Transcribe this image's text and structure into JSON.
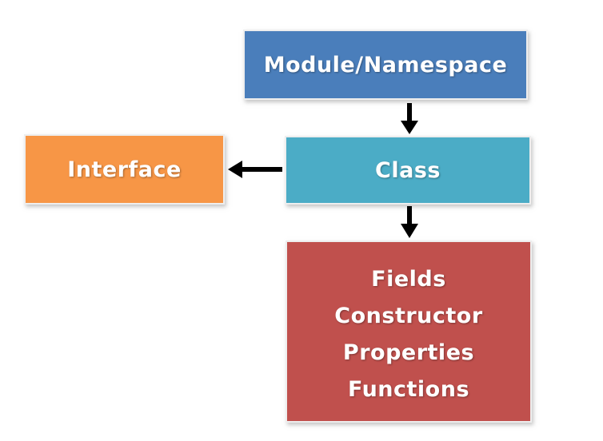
{
  "diagram": {
    "type": "flowchart",
    "background": "#ffffff",
    "arrow_color": "#000000",
    "nodes": {
      "module": {
        "label": "Module/Namespace",
        "fill": "#4a7ebb",
        "text_color": "#ffffff"
      },
      "class": {
        "label": "Class",
        "fill": "#4bacc6",
        "text_color": "#ffffff"
      },
      "interface": {
        "label": "Interface",
        "fill": "#f79646",
        "text_color": "#ffffff"
      },
      "class_members": {
        "lines": [
          "Fields",
          "Constructor",
          "Properties",
          "Functions"
        ],
        "fill": "#c0504d",
        "text_color": "#ffffff"
      }
    },
    "edges": [
      {
        "from": "module",
        "to": "class",
        "direction": "down"
      },
      {
        "from": "class",
        "to": "interface",
        "direction": "left"
      },
      {
        "from": "class",
        "to": "class_members",
        "direction": "down"
      }
    ]
  }
}
